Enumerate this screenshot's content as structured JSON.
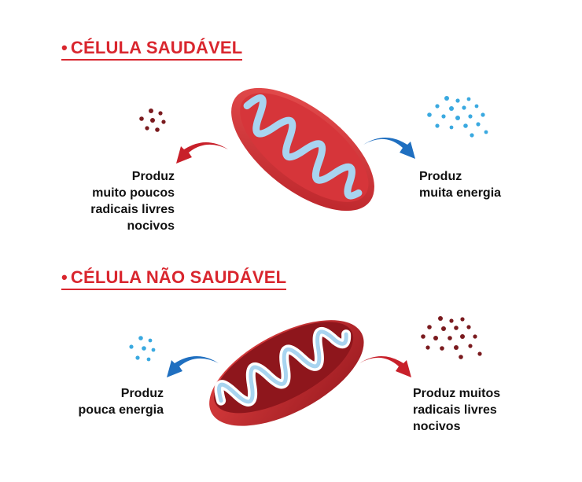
{
  "colors": {
    "heading_red": "#d9262e",
    "mito_outer": "#d93a3a",
    "mito_inner_fold": "#a8d4f0",
    "radical_dark": "#7a1a1e",
    "energy_blue": "#3aa9e0",
    "arrow_red": "#c8202a",
    "arrow_blue": "#1f6fc0"
  },
  "healthy": {
    "heading": "CÉLULA SAUDÁVEL",
    "left_caption": [
      "Produz",
      "muito poucos",
      "radicais livres",
      "nocivos"
    ],
    "right_caption": [
      "Produz",
      "muita energia"
    ]
  },
  "unhealthy": {
    "heading": "CÉLULA NÃO SAUDÁVEL",
    "left_caption": [
      "Produz",
      "pouca energia"
    ],
    "right_caption": [
      "Produz muitos",
      "radicais livres",
      "nocivos"
    ]
  },
  "icons": {
    "bullet": "•",
    "mitochondrion": "mitochondrion-icon",
    "free_radicals": "free-radical-dots-icon",
    "energy": "energy-dots-icon",
    "arrow": "curved-arrow-icon"
  }
}
